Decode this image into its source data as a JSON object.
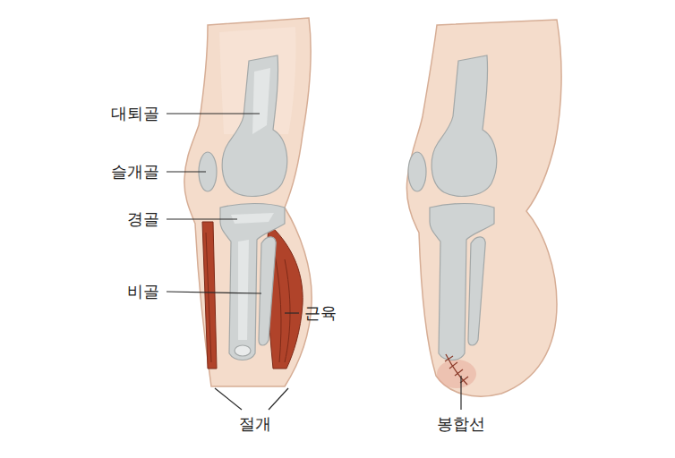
{
  "diagram": {
    "labels": [
      "대퇴골",
      "슬개골",
      "경골",
      "비골",
      "근육",
      "절개",
      "봉합선"
    ]
  }
}
